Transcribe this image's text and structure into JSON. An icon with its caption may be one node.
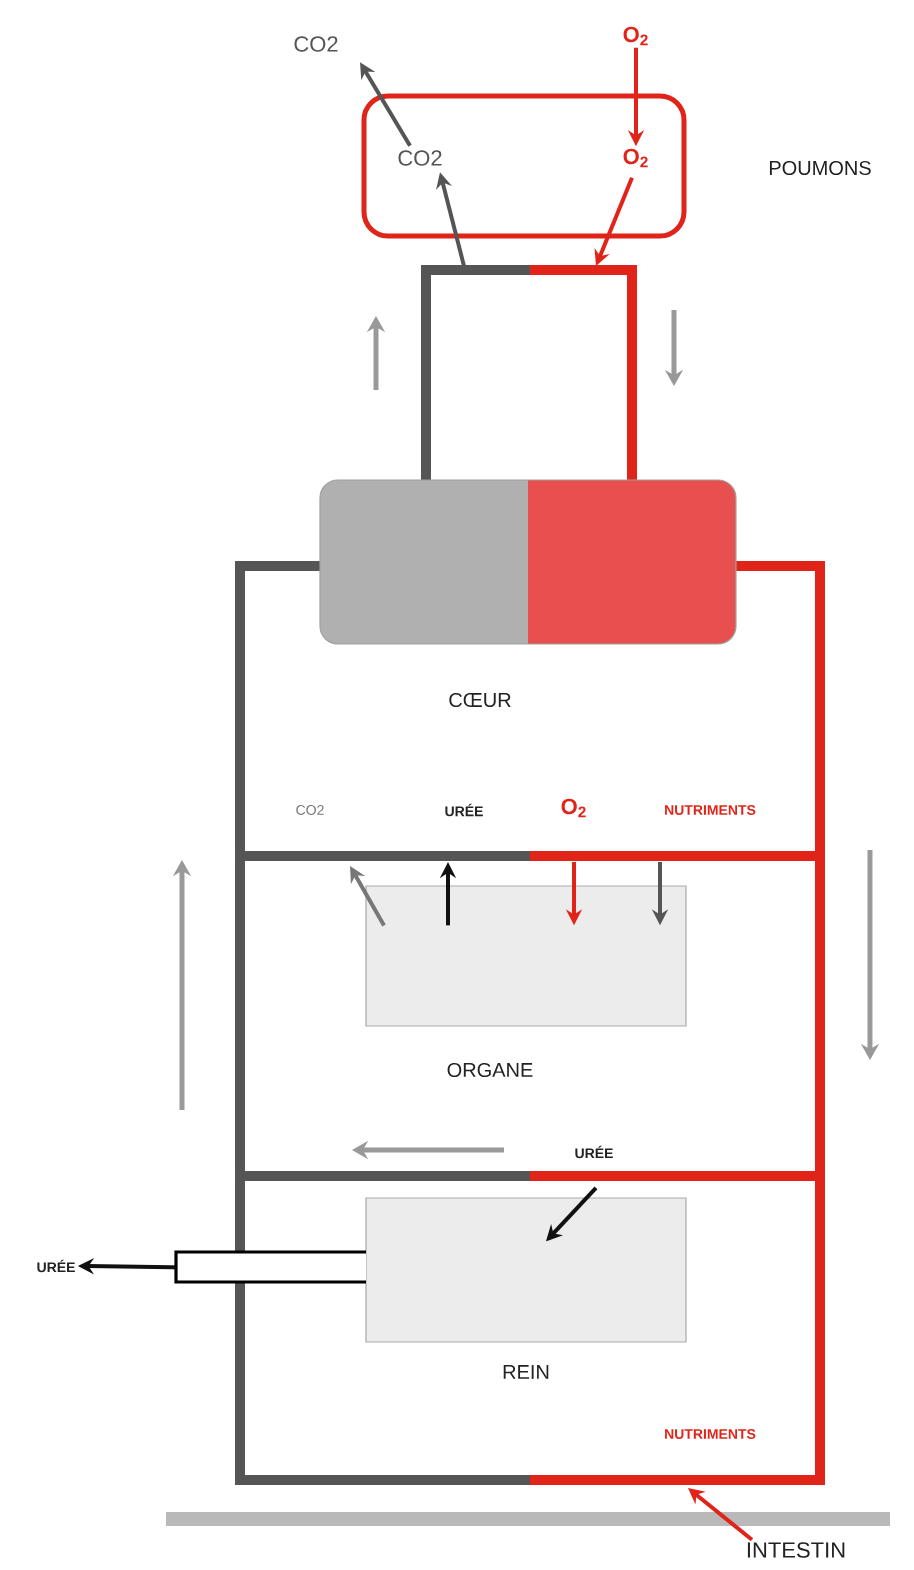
{
  "diagram": {
    "nodes": [
      {
        "text": [
          "POUMONS"
        ]
      },
      {
        "text": [
          "CO2"
        ],
        "in": 0
      },
      {
        "text": [
          "O$_{2}$"
        ],
        "in": 0
      },
      {
        "text": [
          "CO2"
        ]
      },
      {
        "text": [
          "O$_{2}$"
        ]
      },
      {
        "text": [
          "CŒUR"
        ]
      },
      {
        "text": [
          "ORGANE"
        ]
      },
      {
        "text": [
          "REIN"
        ]
      },
      {
        "text": [
          "URÉE"
        ]
      },
      {
        "text": [
          "INTESTIN"
        ]
      }
    ],
    "edges": [
      {
        "from": 1,
        "to": 3,
        "arrow": "to",
        "color": "#555555"
      },
      {
        "from": 4,
        "to": 2,
        "arrow": "to",
        "color": "#e02419"
      },
      {
        "from": null,
        "to": 1,
        "arrow": "to",
        "color": "#555555"
      },
      {
        "from": 2,
        "to": null,
        "arrow": "to",
        "color": "#e02419"
      },
      {
        "from": 6,
        "to": null,
        "arrow": "to",
        "color": "#777777"
      },
      {
        "from": 6,
        "to": null,
        "arrow": "to",
        "color": "#111111"
      },
      {
        "from": null,
        "to": 6,
        "arrow": "to",
        "color": "#e02419"
      },
      {
        "from": null,
        "to": 6,
        "arrow": "to",
        "color": "#555555"
      },
      {
        "from": null,
        "to": 7,
        "arrow": "to",
        "color": "#111111"
      },
      {
        "from": 7,
        "to": 8,
        "arrow": "to",
        "color": "#111111"
      },
      {
        "from": 9,
        "to": null,
        "arrow": "to",
        "color": "#e02419"
      }
    ],
    "labels": [
      "CO2",
      "URÉE",
      "O$_{2}$",
      "NUTRIMENTS",
      "URÉE",
      "NUTRIMENTS"
    ]
  }
}
